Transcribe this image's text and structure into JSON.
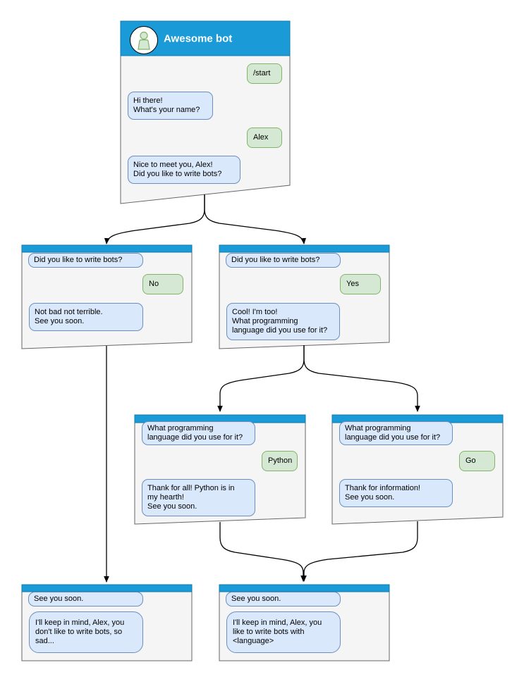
{
  "diagram": {
    "type": "chatbot-conversation-flow",
    "bot_title": "Awesome bot"
  },
  "colors": {
    "header_blue": "#1a9bd7",
    "header_border": "#0d78ad",
    "bot_bubble_fill": "#dae8fc",
    "bot_bubble_border": "#6c8ebf",
    "user_bubble_fill": "#d5e8d4",
    "user_bubble_border": "#82b366",
    "window_fill": "#f5f5f5",
    "window_border": "#666666",
    "connector": "#000000"
  },
  "windows": {
    "w1": {
      "title": "Awesome bot",
      "messages": [
        {
          "from": "user",
          "text": "/start"
        },
        {
          "from": "bot",
          "text": "Hi there!\nWhat's your name?"
        },
        {
          "from": "user",
          "text": "Alex"
        },
        {
          "from": "bot",
          "text": "Nice to meet you, Alex!\nDid you like to write bots?"
        }
      ]
    },
    "w2": {
      "messages": [
        {
          "from": "bot",
          "text": "Did you like to write bots?"
        },
        {
          "from": "user",
          "text": "No"
        },
        {
          "from": "bot",
          "text": "Not bad not terrible.\nSee you soon."
        }
      ]
    },
    "w3": {
      "messages": [
        {
          "from": "bot",
          "text": "Did you like to write bots?"
        },
        {
          "from": "user",
          "text": "Yes"
        },
        {
          "from": "bot",
          "text": "Cool! I'm too!\nWhat programming\nlanguage did you use for it?"
        }
      ]
    },
    "w4": {
      "messages": [
        {
          "from": "bot",
          "text": "What programming\nlanguage did you use for it?"
        },
        {
          "from": "user",
          "text": "Python"
        },
        {
          "from": "bot",
          "text": "Thank for all! Python is in\nmy hearth!\nSee you soon."
        }
      ]
    },
    "w5": {
      "messages": [
        {
          "from": "bot",
          "text": "What programming\nlanguage did you use for it?"
        },
        {
          "from": "user",
          "text": "Go"
        },
        {
          "from": "bot",
          "text": "Thank for information!\nSee you soon."
        }
      ]
    },
    "w6": {
      "messages": [
        {
          "from": "bot",
          "text": "See you soon."
        },
        {
          "from": "bot",
          "text": "I'll keep in mind, Alex, you\ndon't like to write bots, so\nsad..."
        }
      ]
    },
    "w7": {
      "messages": [
        {
          "from": "bot",
          "text": "See you soon."
        },
        {
          "from": "bot",
          "text": "I'll keep in mind, Alex, you\nlike to write bots with\n<language>"
        }
      ]
    }
  },
  "edges": [
    {
      "from": "start-window",
      "to": "branch-no-window"
    },
    {
      "from": "start-window",
      "to": "branch-yes-window"
    },
    {
      "from": "branch-yes-window",
      "to": "python-window"
    },
    {
      "from": "branch-yes-window",
      "to": "go-window"
    },
    {
      "from": "branch-no-window",
      "to": "end-no-window"
    },
    {
      "from": "python-window",
      "to": "end-language-window"
    },
    {
      "from": "go-window",
      "to": "end-language-window"
    }
  ]
}
